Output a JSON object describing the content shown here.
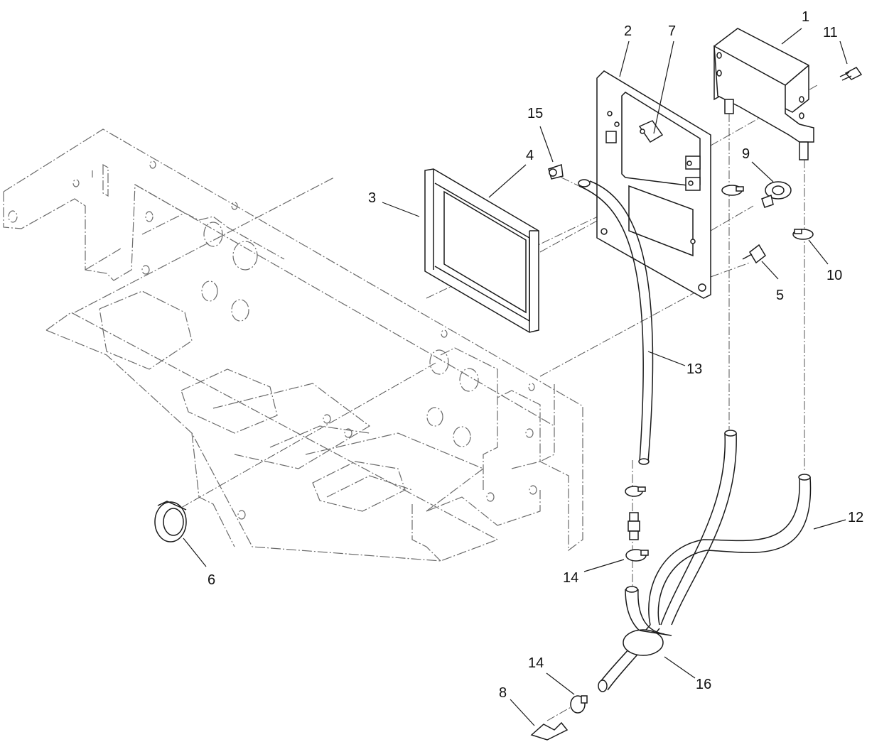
{
  "figure": {
    "callouts": [
      {
        "id": "c1",
        "label": "1"
      },
      {
        "id": "c2",
        "label": "2"
      },
      {
        "id": "c3",
        "label": "3"
      },
      {
        "id": "c4",
        "label": "4"
      },
      {
        "id": "c5",
        "label": "5"
      },
      {
        "id": "c6",
        "label": "6"
      },
      {
        "id": "c7",
        "label": "7"
      },
      {
        "id": "c8",
        "label": "8"
      },
      {
        "id": "c9",
        "label": "9"
      },
      {
        "id": "c10",
        "label": "10"
      },
      {
        "id": "c11",
        "label": "11"
      },
      {
        "id": "c12",
        "label": "12"
      },
      {
        "id": "c13",
        "label": "13"
      },
      {
        "id": "c14a",
        "label": "14"
      },
      {
        "id": "c14b",
        "label": "14"
      },
      {
        "id": "c15",
        "label": "15"
      },
      {
        "id": "c16",
        "label": "16"
      }
    ]
  }
}
